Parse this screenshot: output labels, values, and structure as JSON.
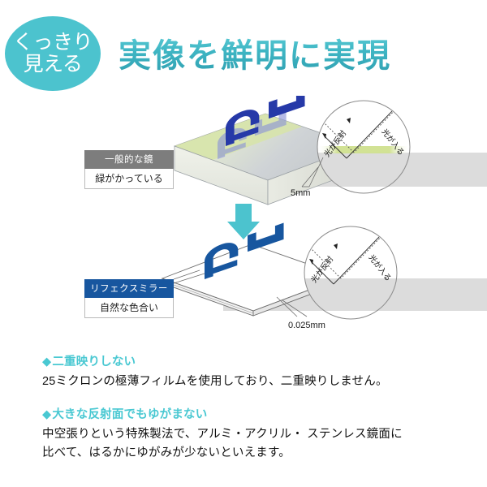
{
  "badge": {
    "line1": "くっきり",
    "line2": "見える",
    "color": "#4cc3ce"
  },
  "header": {
    "title": "実像を鮮明に実現",
    "title_color": "#3fb6c4"
  },
  "diagram": {
    "arrow_icon": "down-arrow-icon",
    "arrow_color": "#4cc3ce",
    "top_panel": {
      "label_title": "一般的な鏡",
      "label_title_bg": "#7d7d7d",
      "label_subtitle": "緑がかっている",
      "thickness": "5mm",
      "magnifier": {
        "light_in": "光が入る",
        "light_reflect": "光が反射"
      },
      "glass_tint": "#e2ecc9",
      "logo_color": "#2639a8",
      "ghost_logo_color": "#8a93d8"
    },
    "bottom_panel": {
      "label_title": "リフェクスミラー",
      "label_title_bg": "#17569f",
      "label_subtitle": "自然な色合い",
      "thickness": "0.025mm",
      "magnifier": {
        "light_in": "光が入る",
        "light_reflect": "光が反射"
      },
      "sheet_color": "#ffffff",
      "logo_color": "#17569f"
    }
  },
  "features": [
    {
      "diamond": "◆",
      "heading": "二重映りしない",
      "body": [
        "25ミクロンの極薄フィルムを使用しており、二重映りしません。"
      ]
    },
    {
      "diamond": "◆",
      "heading": "大きな反射面でもゆがまない",
      "body": [
        "中空張りという特殊製法で、アルミ・アクリル・ ステンレス鏡面に",
        "比べて、はるかにゆがみが少ないといえます。"
      ]
    }
  ]
}
